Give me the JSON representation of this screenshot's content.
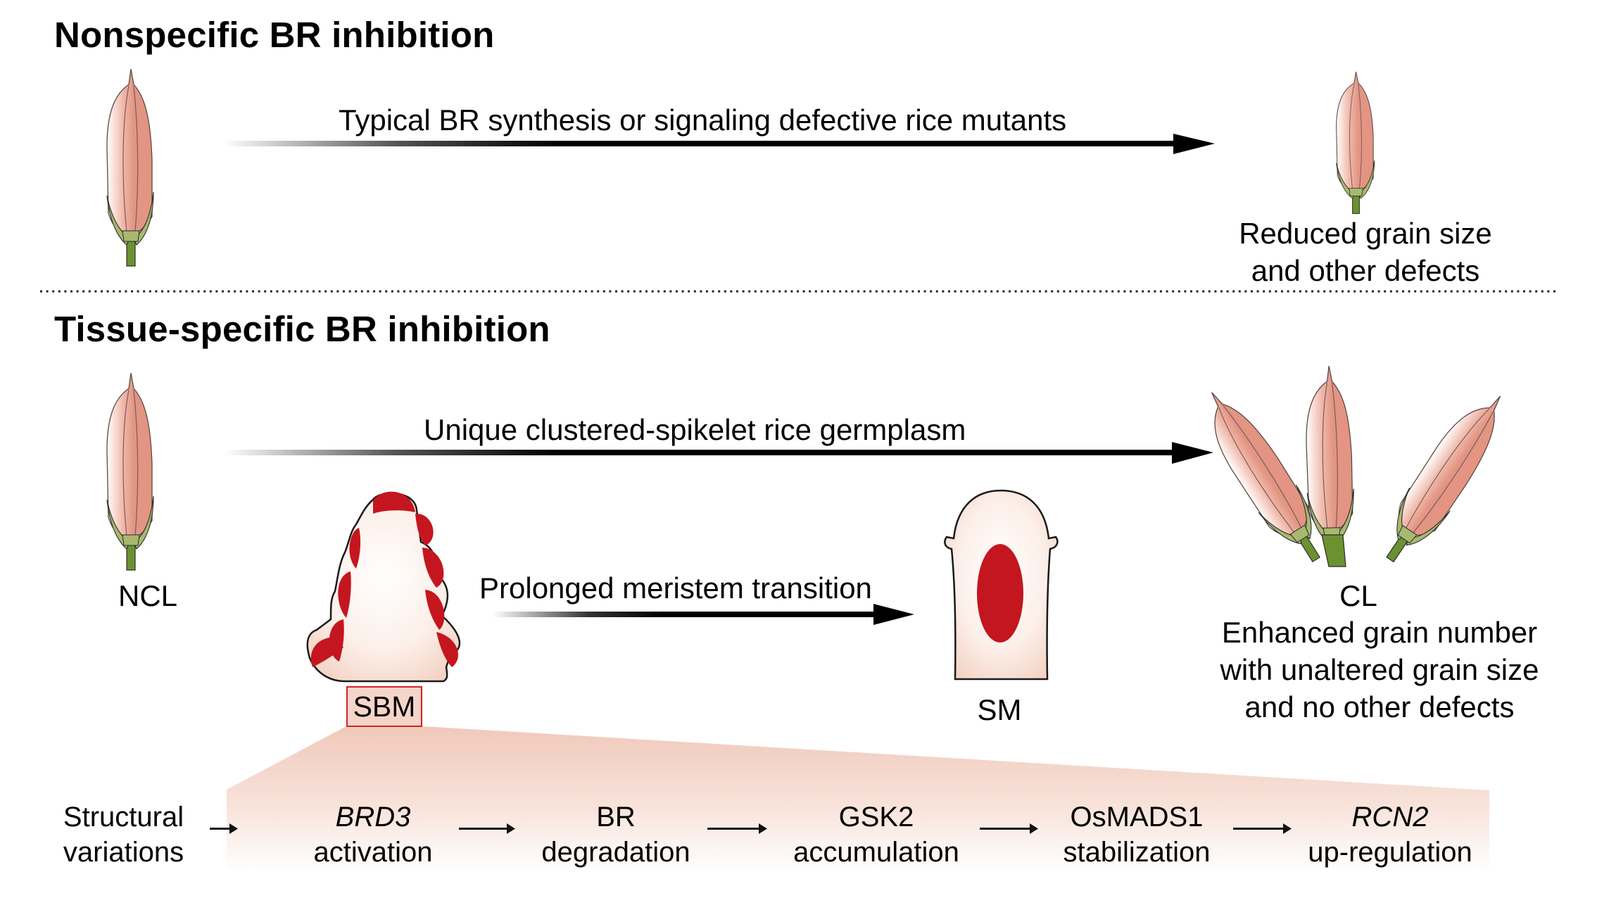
{
  "sections": [
    {
      "title": "Nonspecific BR inhibition",
      "arrow_label": "Typical BR synthesis or signaling defective rice mutants",
      "outcome_lines": [
        "Reduced grain size",
        "and other defects"
      ]
    },
    {
      "title": "Tissue-specific BR inhibition",
      "arrow_label": "Unique clustered-spikelet rice germplasm",
      "left_label": "NCL",
      "right_label": "CL",
      "outcome_lines": [
        "Enhanced grain number",
        "with unaltered grain size",
        "and no other defects"
      ],
      "meristem_transition_label": "Prolonged meristem transition",
      "meristem_left_label": "SBM",
      "meristem_right_label": "SM"
    }
  ],
  "pathway": [
    {
      "line1": "Structural",
      "line2": "variations",
      "italic_line1": false
    },
    {
      "line1": "BRD3",
      "line2": "activation",
      "italic_line1": true
    },
    {
      "line1": "BR",
      "line2": "degradation",
      "italic_line1": false
    },
    {
      "line1": "GSK2",
      "line2": "accumulation",
      "italic_line1": false
    },
    {
      "line1": "OsMADS1",
      "line2": "stabilization",
      "italic_line1": false
    },
    {
      "line1": "RCN2",
      "line2": "up-regulation",
      "italic_line1": true
    }
  ],
  "colors": {
    "spikelet_pink": "#e39483",
    "spikelet_light": "#fbe8e2",
    "glume_green": "#a8b96f",
    "stem_green": "#6b9131",
    "meristem_red": "#c4161f",
    "meristem_body": "#fcefe9",
    "sbm_box_border": "#d2232a",
    "zoom_fill": "#f2cdc0"
  }
}
